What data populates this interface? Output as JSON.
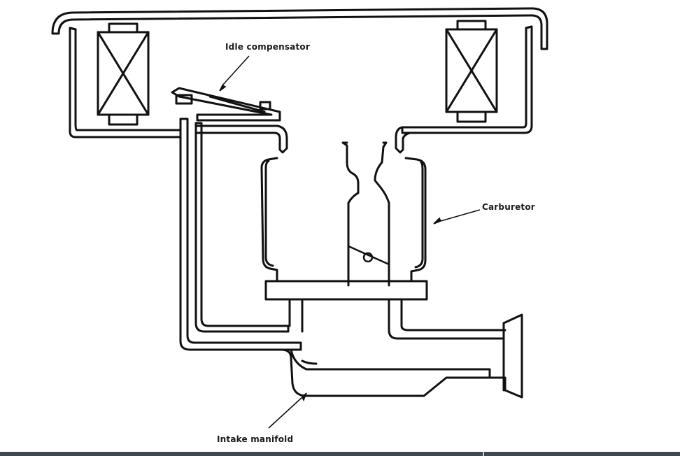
{
  "labels": {
    "idle_compensator": "Idle compensator",
    "carburetor": "Carburetor",
    "intake_manifold": "Intake manifold"
  }
}
